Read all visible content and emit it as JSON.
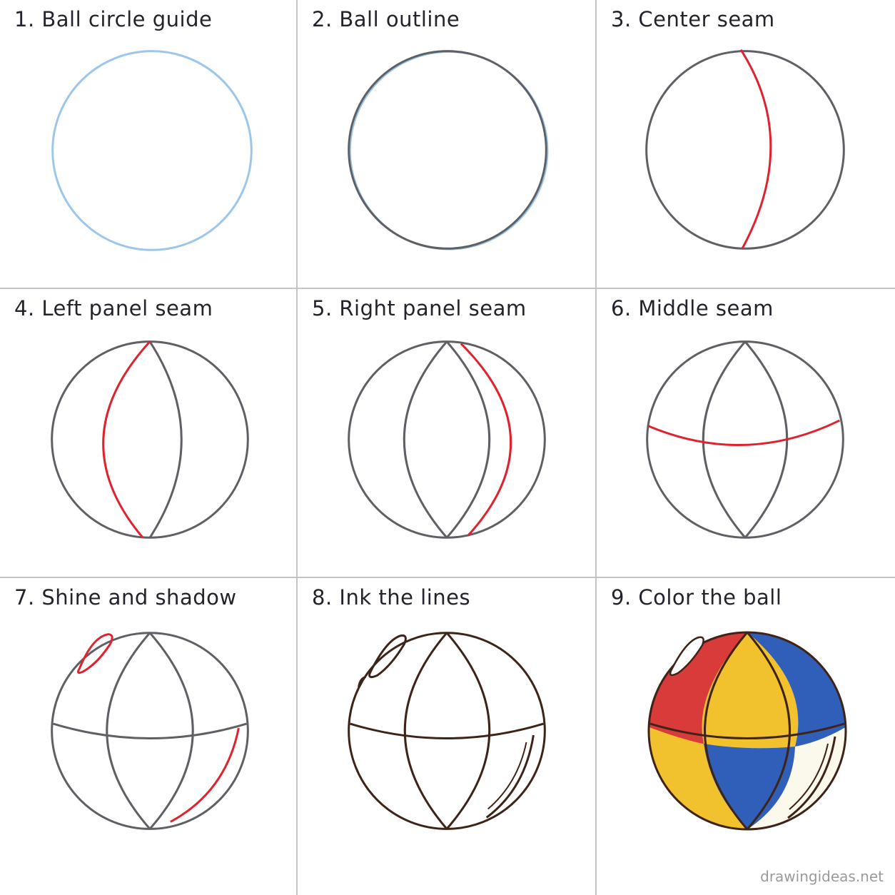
{
  "colors": {
    "guide_blue": "#9cc6ea",
    "pencil_gray": "#5f5f66",
    "new_line_red": "#e0222e",
    "ink_brown": "#3e2418",
    "fill_red": "#d93a3a",
    "fill_yellow": "#f2c12e",
    "fill_blue": "#2f5fb8",
    "fill_white": "#fbf8ec"
  },
  "steps": [
    {
      "title": "1. Ball circle guide"
    },
    {
      "title": "2. Ball outline"
    },
    {
      "title": "3. Center seam"
    },
    {
      "title": "4. Left panel seam"
    },
    {
      "title": "5. Right panel seam"
    },
    {
      "title": "6. Middle seam"
    },
    {
      "title": "7. Shine and shadow"
    },
    {
      "title": "8. Ink the lines"
    },
    {
      "title": "9. Color the ball"
    }
  ],
  "watermark": "drawingideas.net"
}
